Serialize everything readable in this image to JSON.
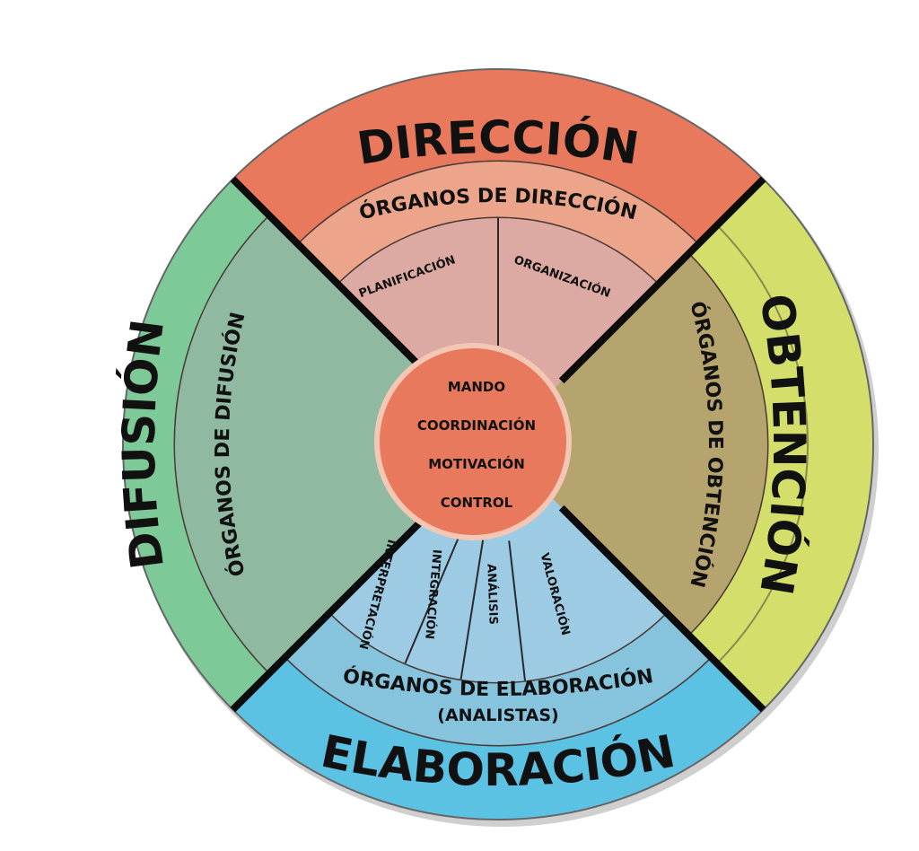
{
  "title": "Ciclo de inteligencia",
  "sectors": {
    "top": {
      "label": "DIRECCIÓN",
      "organs": "ÓRGANOS DE DIRECCIÓN",
      "subitems": [
        "PLANIFICACIÓN",
        "ORGANIZACIÓN"
      ]
    },
    "right": {
      "label": "OBTENCIÓN",
      "organs": "ÓRGANOS DE OBTENCIÓN"
    },
    "bottom": {
      "label": "ELABORACIÓN",
      "organs": "ÓRGANOS DE ELABORACIÓN",
      "organs_note": "(ANALISTAS)",
      "subitems": [
        "INTERPRETACIÓN",
        "INTEGRACIÓN",
        "ANÁLISIS",
        "VALORACIÓN"
      ]
    },
    "left": {
      "label": "DIFUSIÓN",
      "organs": "ÓRGANOS DE DIFUSIÓN"
    }
  },
  "center": {
    "items": [
      "MANDO",
      "COORDINACIÓN",
      "MOTIVACIÓN",
      "CONTROL"
    ]
  },
  "colors": {
    "top_outer": "#e8795c",
    "top_band": "#eca58a",
    "top_inner": "#dcaaa2",
    "right_outer": "#d3df6a",
    "right_inner": "#b6a46e",
    "bottom_outer": "#5cc2e4",
    "bottom_band": "#86c4de",
    "bottom_inner": "#9ecbe4",
    "left_outer": "#7dca98",
    "left_inner": "#8fb9a0",
    "center": "#e8795c"
  }
}
